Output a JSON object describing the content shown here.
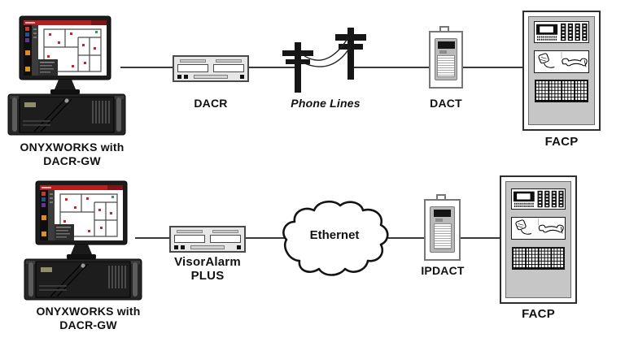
{
  "colors": {
    "connection_line": "#3a3a3a",
    "receiver_fill": "#e7e7e7",
    "facp_inner_fill": "#c6c6c6",
    "screen_titlebar_red": "#b51f1f",
    "illustration_ink": "#161616"
  },
  "rows": {
    "top": {
      "workstation": {
        "label_line1": "ONYXWORKS with",
        "label_line2": "DACR-GW"
      },
      "receiver": {
        "label": "DACR"
      },
      "medium": {
        "label": "Phone Lines"
      },
      "communicator": {
        "label": "DACT"
      },
      "panel": {
        "label": "FACP"
      }
    },
    "bottom": {
      "workstation": {
        "label_line1": "ONYXWORKS with",
        "label_line2": "DACR-GW"
      },
      "receiver": {
        "label_line1": "VisorAlarm",
        "label_line2": "PLUS"
      },
      "medium": {
        "label": "Ethernet"
      },
      "communicator": {
        "label": "IPDACT"
      },
      "panel": {
        "label": "FACP"
      }
    }
  }
}
